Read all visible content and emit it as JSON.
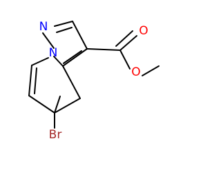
{
  "molecule": {
    "atom_labels": [
      {
        "id": "n-pyrazole",
        "text": "N",
        "element": "N"
      },
      {
        "id": "n-bridge",
        "text": "N",
        "element": "N"
      },
      {
        "id": "o-carbonyl",
        "text": "O",
        "element": "O"
      },
      {
        "id": "o-ester",
        "text": "O",
        "element": "O"
      },
      {
        "id": "br",
        "text": "Br",
        "element": "Br"
      }
    ]
  },
  "colors": {
    "bond": "#000000",
    "N": "#0000ff",
    "O": "#ff0000",
    "Br": "#a52a2a"
  }
}
